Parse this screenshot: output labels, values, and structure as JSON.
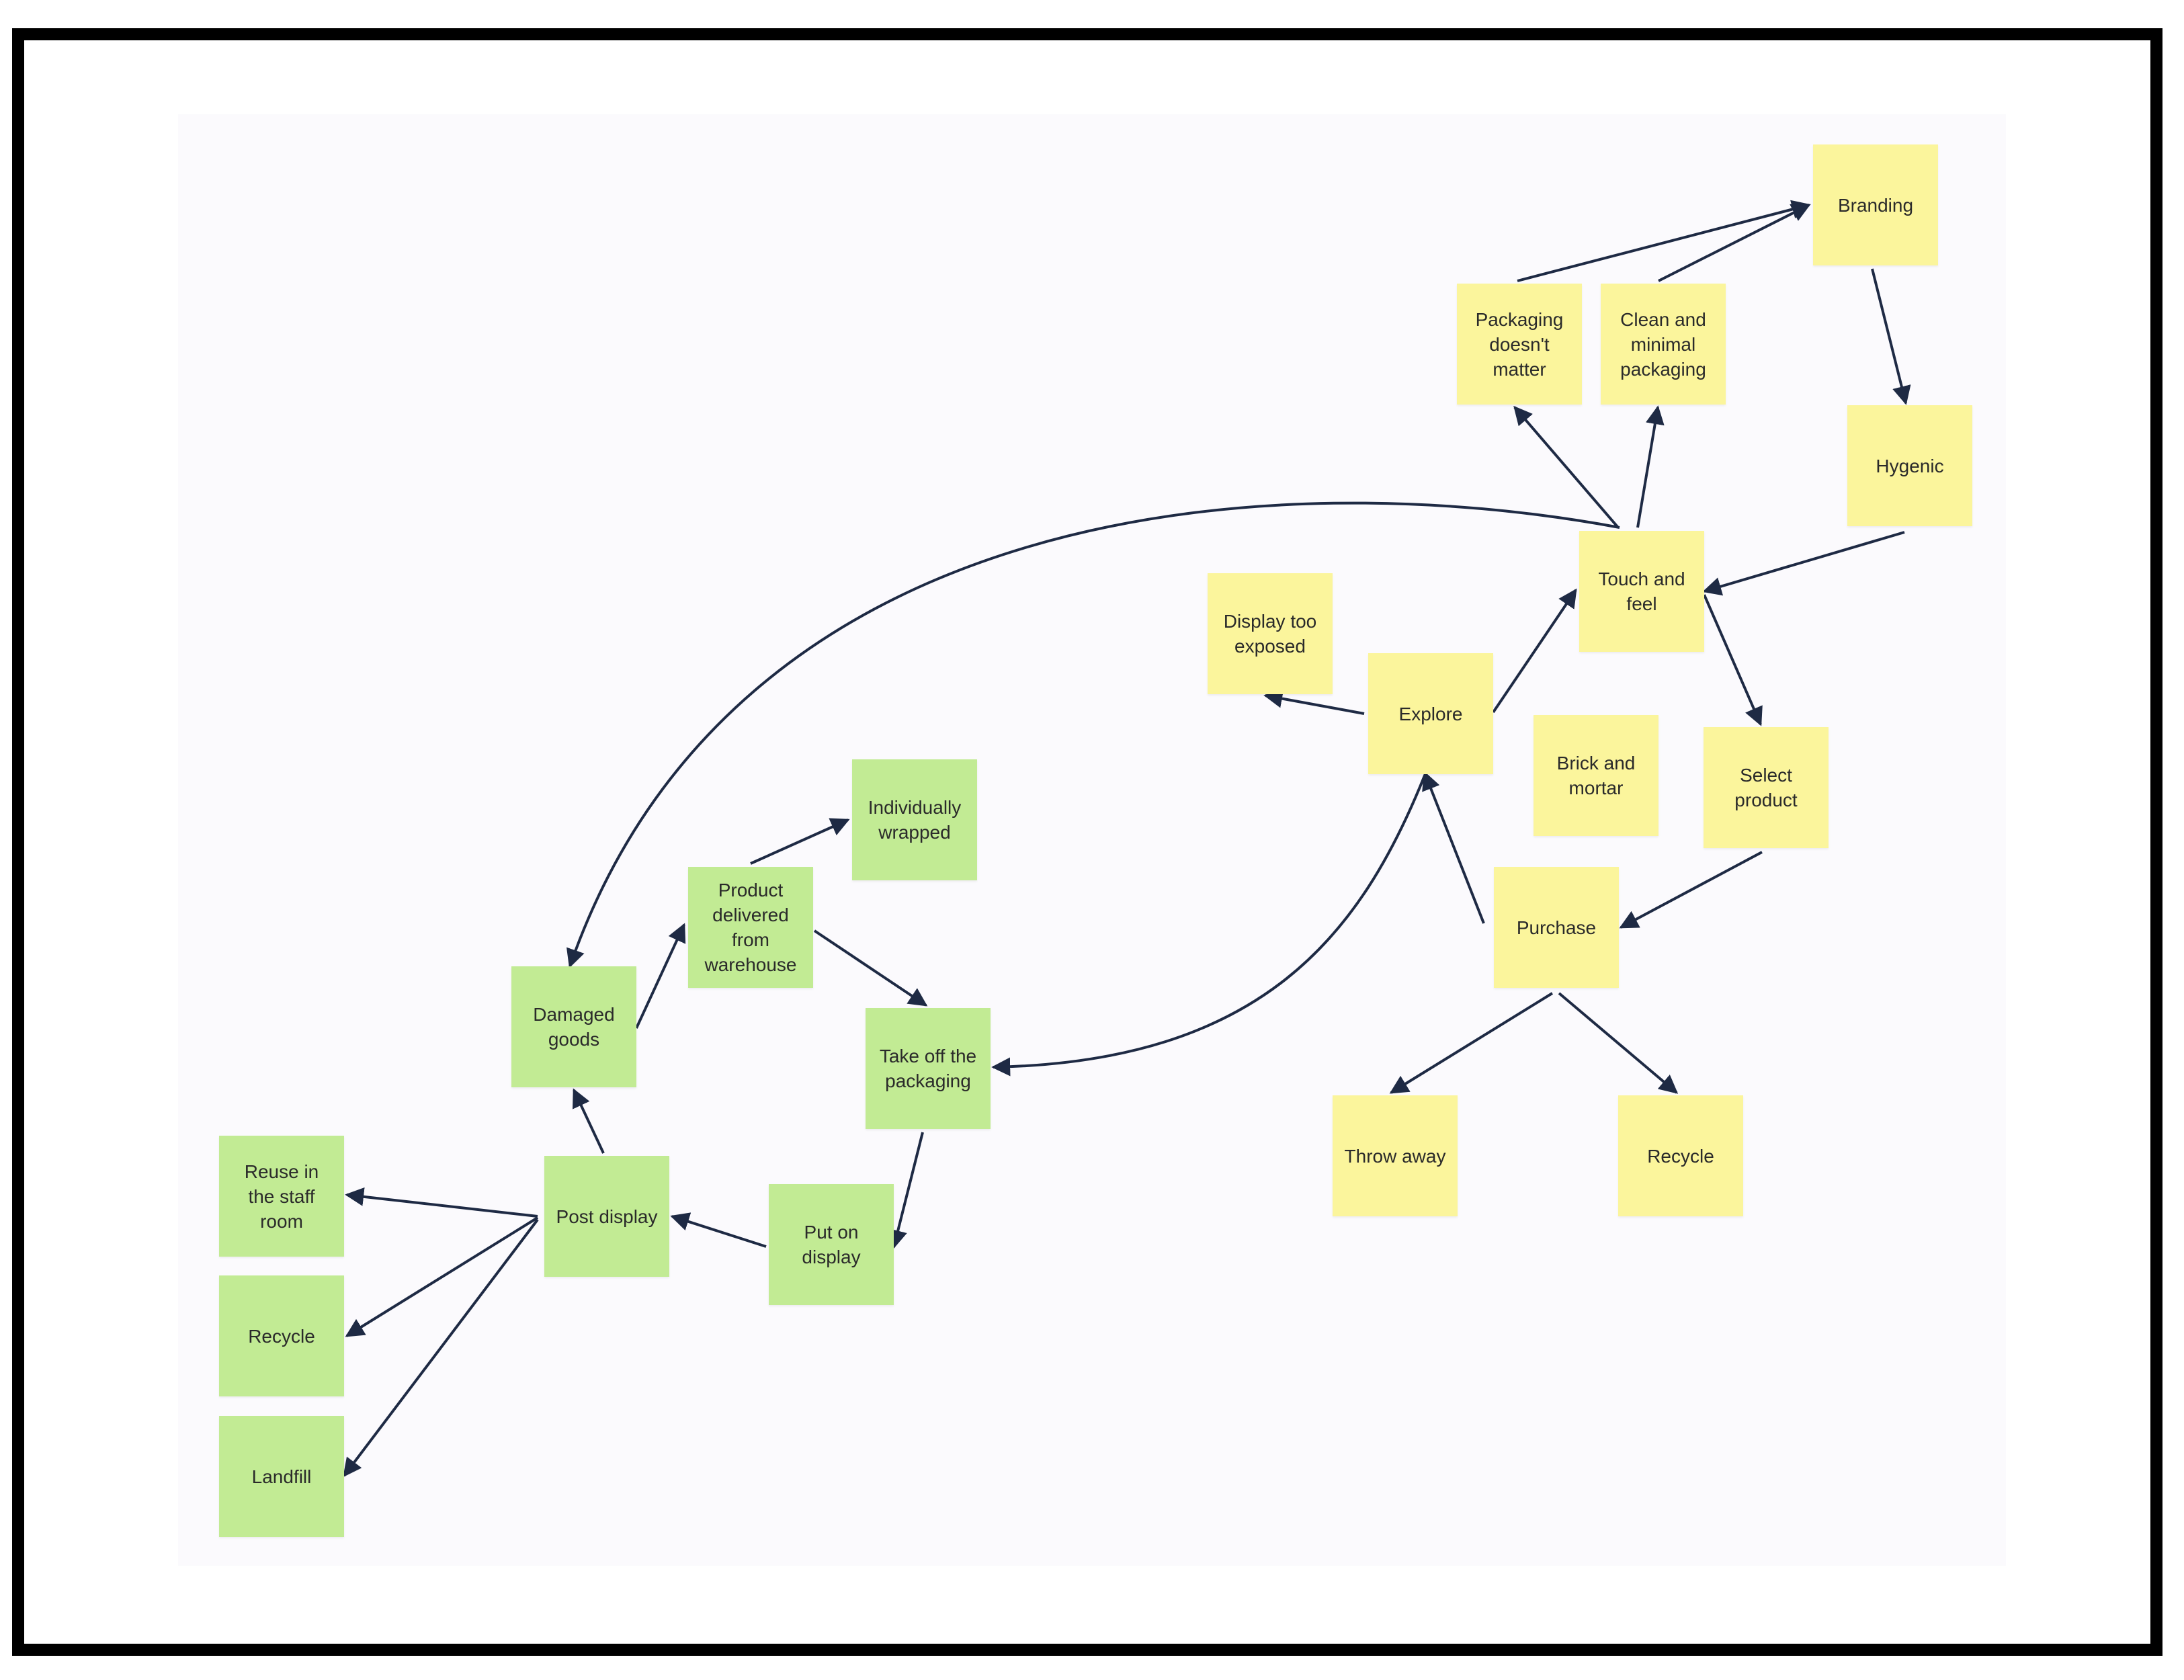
{
  "colors": {
    "customer_note": "#fbf59c",
    "supply_note": "#c2eb94",
    "edge": "#1e2a44",
    "frame": "#000000",
    "canvas": "#fbfafd"
  },
  "nodes": {
    "branding": {
      "label": "Branding"
    },
    "packaging_doesnt_matter": {
      "label": "Packaging\ndoesn't\nmatter"
    },
    "clean_minimal_packaging": {
      "label": "Clean and\nminimal\npackaging"
    },
    "hygenic": {
      "label": "Hygenic"
    },
    "touch_and_feel": {
      "label": "Touch and\nfeel"
    },
    "display_too_exposed": {
      "label": "Display too\nexposed"
    },
    "explore": {
      "label": "Explore"
    },
    "brick_and_mortar": {
      "label": "Brick and\nmortar"
    },
    "select_product": {
      "label": "Select\nproduct"
    },
    "purchase": {
      "label": "Purchase"
    },
    "throw_away": {
      "label": "Throw away"
    },
    "recycle_consumer": {
      "label": "Recycle"
    },
    "individually_wrapped": {
      "label": "Individually\nwrapped"
    },
    "product_delivered": {
      "label": "Product\ndelivered\nfrom\nwarehouse"
    },
    "damaged_goods": {
      "label": "Damaged\ngoods"
    },
    "take_off_packaging": {
      "label": "Take off the\npackaging"
    },
    "put_on_display": {
      "label": "Put on\ndisplay"
    },
    "post_display": {
      "label": "Post display"
    },
    "reuse_staff_room": {
      "label": "Reuse in\nthe staff\nroom"
    },
    "recycle_store": {
      "label": "Recycle"
    },
    "landfill": {
      "label": "Landfill"
    }
  },
  "edges": [
    {
      "from": "packaging_doesnt_matter",
      "to": "branding"
    },
    {
      "from": "clean_minimal_packaging",
      "to": "branding"
    },
    {
      "from": "branding",
      "to": "hygenic"
    },
    {
      "from": "hygenic",
      "to": "touch_and_feel"
    },
    {
      "from": "touch_and_feel",
      "to": "packaging_doesnt_matter"
    },
    {
      "from": "touch_and_feel",
      "to": "clean_minimal_packaging"
    },
    {
      "from": "touch_and_feel",
      "to": "damaged_goods"
    },
    {
      "from": "touch_and_feel",
      "to": "select_product"
    },
    {
      "from": "explore",
      "to": "touch_and_feel"
    },
    {
      "from": "explore",
      "to": "display_too_exposed"
    },
    {
      "from": "explore",
      "to": "take_off_packaging"
    },
    {
      "from": "select_product",
      "to": "purchase"
    },
    {
      "from": "purchase",
      "to": "explore"
    },
    {
      "from": "purchase",
      "to": "throw_away"
    },
    {
      "from": "purchase",
      "to": "recycle_consumer"
    },
    {
      "from": "product_delivered",
      "to": "individually_wrapped"
    },
    {
      "from": "product_delivered",
      "to": "take_off_packaging"
    },
    {
      "from": "damaged_goods",
      "to": "product_delivered"
    },
    {
      "from": "take_off_packaging",
      "to": "put_on_display"
    },
    {
      "from": "put_on_display",
      "to": "post_display"
    },
    {
      "from": "post_display",
      "to": "damaged_goods"
    },
    {
      "from": "post_display",
      "to": "reuse_staff_room"
    },
    {
      "from": "post_display",
      "to": "recycle_store"
    },
    {
      "from": "post_display",
      "to": "landfill"
    }
  ]
}
